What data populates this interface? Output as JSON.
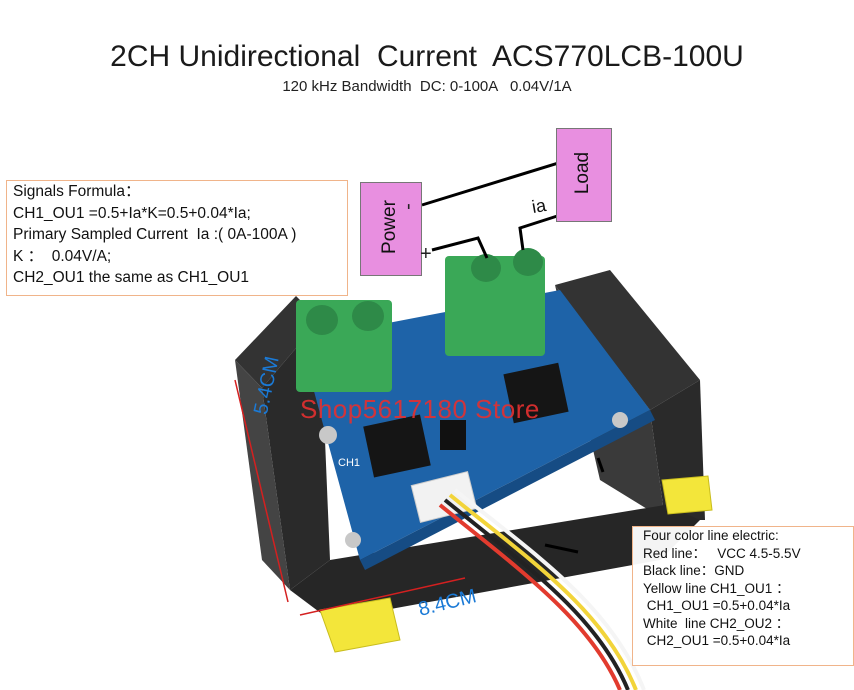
{
  "header": {
    "title": "2CH Unidirectional  Current  ACS770LCB-100U",
    "subtitle": "120 kHz Bandwidth  DC: 0-100A   0.04V/1A"
  },
  "formula": {
    "lines": [
      "Signals Formula：",
      "CH1_OU1 =0.5+Ia*K=0.5+0.04*Ia;",
      "Primary Sampled Current  Ia :( 0A-100A )",
      "K ：  0.04V/A;",
      "CH2_OU1 the same as CH1_OU1"
    ]
  },
  "wiring": {
    "lines": [
      "Four color line electric:",
      "Red line：   VCC 4.5-5.5V",
      "Black line：GND",
      "Yellow line CH1_OU1 ：",
      " CH1_OU1 =0.5+0.04*Ia",
      "White  line CH2_OU2 ：",
      " CH2_OU1 =0.5+0.04*Ia"
    ]
  },
  "labels": {
    "power": "Power",
    "minus": "-",
    "plus": "+",
    "load": "Load",
    "ia": "ia",
    "watermark": "Shop5617180 Store",
    "dimension_height": "5.4CM",
    "dimension_width": "8.4CM",
    "pcb_ch1": "CH1"
  },
  "colors": {
    "pcb": "#1e63a8",
    "terminal": "#3aa857",
    "enclosure": "#2b2b2b",
    "foot": "#f3e63a",
    "label_bg": "#e88fe0",
    "dimension": "#1b7ad6",
    "watermark": "#e53030"
  }
}
